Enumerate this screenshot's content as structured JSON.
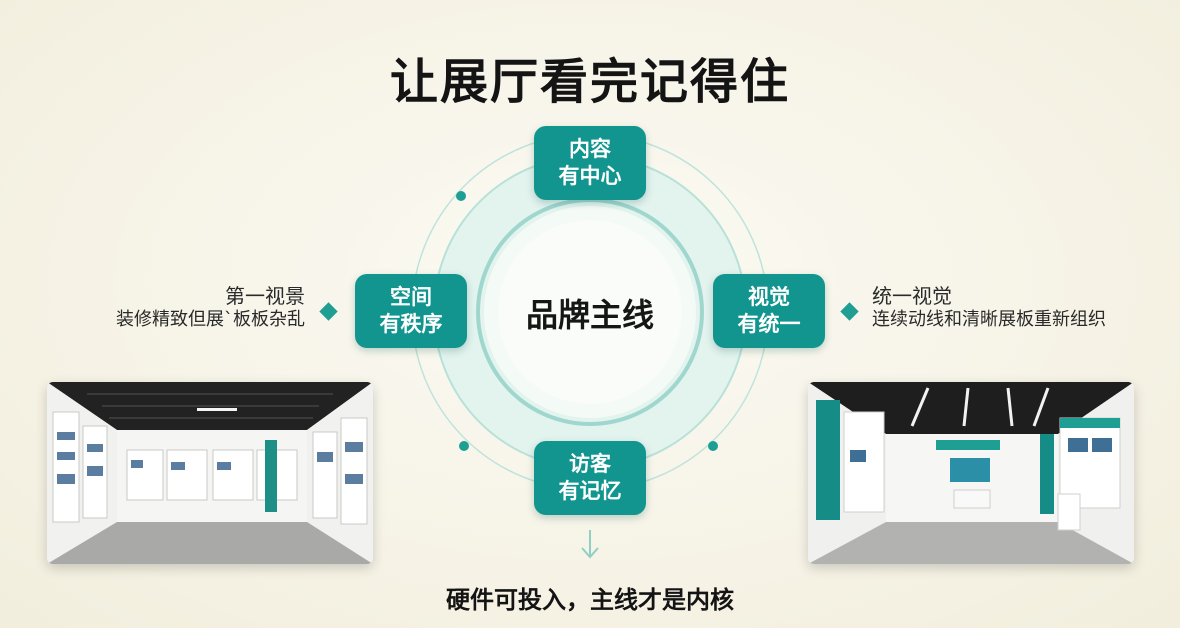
{
  "title": "让展厅看完记得住",
  "center": "品牌主线",
  "nodes": {
    "top": [
      "内容",
      "有中心"
    ],
    "left": [
      "空间",
      "有秩序"
    ],
    "right": [
      "视觉",
      "有统一"
    ],
    "bottom": [
      "访客",
      "有记忆"
    ]
  },
  "left_note": {
    "heading": "第一视景",
    "text": "装修精致但展`板板杂乱"
  },
  "right_note": {
    "heading": "统一视觉",
    "text": "连续动线和清晰展板重新组织"
  },
  "bottom_text": "硬件可投入，主线才是内核",
  "colors": {
    "teal": "#12958e",
    "ring": "#9fd7cf",
    "accent": "#1f9f93"
  }
}
